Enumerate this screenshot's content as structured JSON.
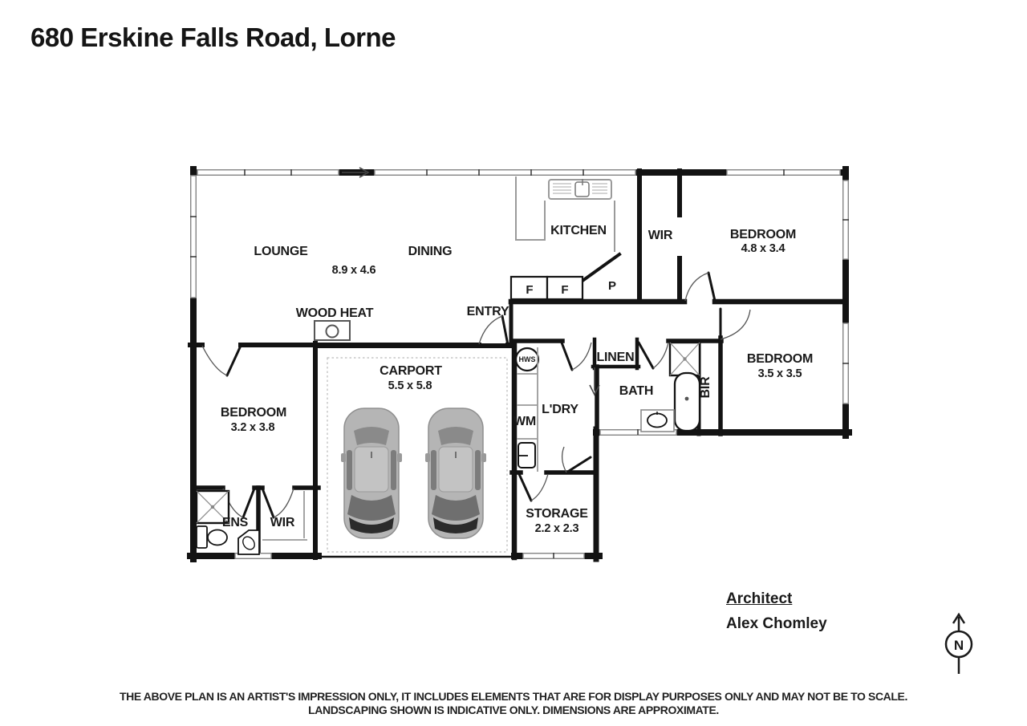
{
  "title": "680 Erskine Falls Road, Lorne",
  "plan": {
    "rooms": {
      "lounge": {
        "label": "LOUNGE"
      },
      "dining": {
        "label": "DINING"
      },
      "lounge_dining_dims": "8.9 x 4.6",
      "kitchen": {
        "label": "KITCHEN"
      },
      "wir_top": {
        "label": "WIR"
      },
      "bedroom1": {
        "label": "BEDROOM",
        "dims": "4.8 x 3.4"
      },
      "bedroom2": {
        "label": "BEDROOM",
        "dims": "3.5 x 3.5"
      },
      "bedroom3": {
        "label": "BEDROOM",
        "dims": "3.2 x 3.8"
      },
      "bath": {
        "label": "BATH"
      },
      "laundry": {
        "label": "L'DRY"
      },
      "ensuite": {
        "label": "ENS"
      },
      "wir_bottom": {
        "label": "WIR"
      },
      "carport": {
        "label": "CARPORT",
        "dims": "5.5 x 5.8"
      },
      "storage": {
        "label": "STORAGE",
        "dims": "2.2 x 2.3"
      }
    },
    "features": {
      "entry": "ENTRY",
      "wood_heat": "WOOD HEAT",
      "linen": "LINEN",
      "bir": "BIR",
      "hws": "HWS",
      "wm": "WM",
      "fridge1": "F",
      "fridge2": "F",
      "pantry": "P"
    }
  },
  "architect": {
    "heading": "Architect",
    "name": "Alex Chomley"
  },
  "compass": {
    "north": "N"
  },
  "disclaimer": {
    "line1": "THE ABOVE PLAN IS AN ARTIST'S IMPRESSION ONLY, IT INCLUDES ELEMENTS THAT ARE FOR DISPLAY PURPOSES ONLY AND MAY NOT BE TO SCALE.",
    "line2": "LANDSCAPING SHOWN IS INDICATIVE ONLY. DIMENSIONS ARE APPROXIMATE."
  },
  "colors": {
    "wall": "#131313",
    "fixture_gray": "#9a9a9a",
    "window_frame": "#8c8c8c",
    "car_body": "#b5b5b5",
    "background": "#ffffff"
  }
}
